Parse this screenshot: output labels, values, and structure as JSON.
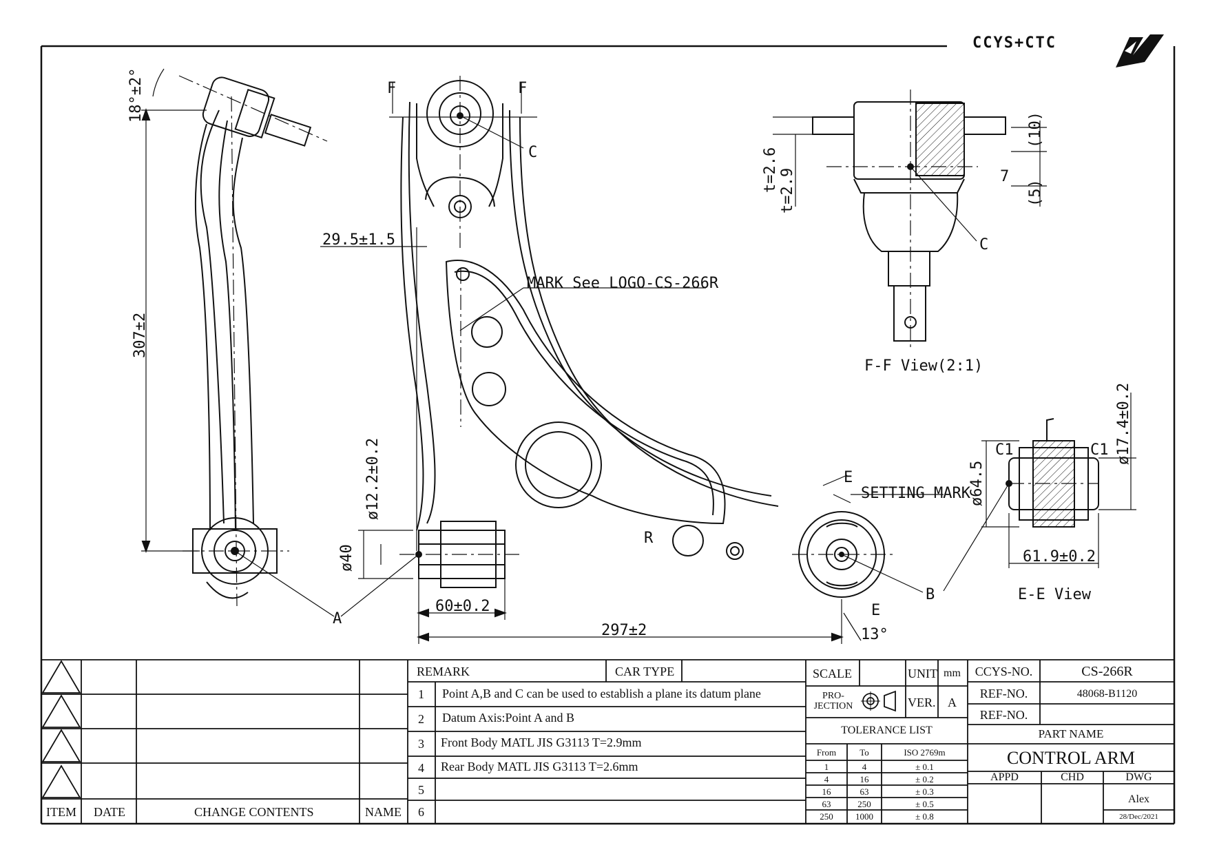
{
  "brand": {
    "logo_text": "CCYS+CTC",
    "emblem": "stylized-wing-logo"
  },
  "drawing": {
    "dimensions": {
      "angle_top": "18°±2°",
      "height": "307±2",
      "width_total": "297±2",
      "bushing_width": "60±0.2",
      "bushing_diameter": "ø40",
      "bore_diameter": "ø12.2±0.2",
      "offset": "29.5±1.5",
      "angle_e": "13°",
      "ff_thick_1": "t=2.6",
      "ff_thick_2": "t=2.9",
      "ff_dim_10": "(10)",
      "ff_dim_7": "7",
      "ff_dim_5": "(5)",
      "ee_outer_diameter": "ø64.5",
      "ee_inner_diameter": "ø17.4±0.2",
      "ee_width": "61.9±0.2",
      "ee_chamfer_left": "C1",
      "ee_chamfer_right": "C1"
    },
    "labels": {
      "mark_note": "MARK See LOGO-CS-266R",
      "setting_mark": "SETTING MARK",
      "point_a": "A",
      "point_b": "B",
      "point_c": "C",
      "point_c2": "C",
      "point_r": "R",
      "section_f": "F",
      "section_e": "E",
      "ff_view": "F-F View(2:1)",
      "ee_view": "E-E View"
    }
  },
  "revision_table": {
    "headers": {
      "item": "ITEM",
      "date": "DATE",
      "change": "CHANGE CONTENTS",
      "name": "NAME"
    }
  },
  "remarks": {
    "header_remark": "REMARK",
    "header_car_type": "CAR TYPE",
    "car_type": "",
    "rows": [
      {
        "no": "1",
        "text": "Point A,B and C can be used to establish a plane its datum plane"
      },
      {
        "no": "2",
        "text": "Datum Axis:Point A and B"
      },
      {
        "no": "3",
        "text": "Front Body MATL JIS G3113  T=2.9mm"
      },
      {
        "no": "4",
        "text": "Rear Body MATL JIS G3113  T=2.6mm"
      },
      {
        "no": "5",
        "text": ""
      },
      {
        "no": "6",
        "text": ""
      }
    ]
  },
  "scale_block": {
    "scale_label": "SCALE",
    "scale_value": "",
    "unit_label": "UNIT",
    "unit_value": "mm",
    "projection_label": "PRO-\nJECTION",
    "ver_label": "VER.",
    "ver_value": "A",
    "tolerance_title": "TOLERANCE LIST",
    "tol_headers": [
      "From",
      "To",
      "ISO 2769m"
    ],
    "tol_rows": [
      [
        "1",
        "4",
        "± 0.1"
      ],
      [
        "4",
        "16",
        "± 0.2"
      ],
      [
        "16",
        "63",
        "± 0.3"
      ],
      [
        "63",
        "250",
        "± 0.5"
      ],
      [
        "250",
        "1000",
        "± 0.8"
      ]
    ]
  },
  "title_block": {
    "ccys_no_label": "CCYS-NO.",
    "ccys_no": "CS-266R",
    "ref_no_label_1": "REF-NO.",
    "ref_no_1": "48068-B1120",
    "ref_no_label_2": "REF-NO.",
    "ref_no_2": "",
    "part_name_label": "PART NAME",
    "part_name": "CONTROL ARM",
    "appd_label": "APPD",
    "chd_label": "CHD",
    "dwg_label": "DWG",
    "appd": "",
    "chd": "",
    "dwg": "Alex",
    "date": "28/Dec/2021"
  }
}
